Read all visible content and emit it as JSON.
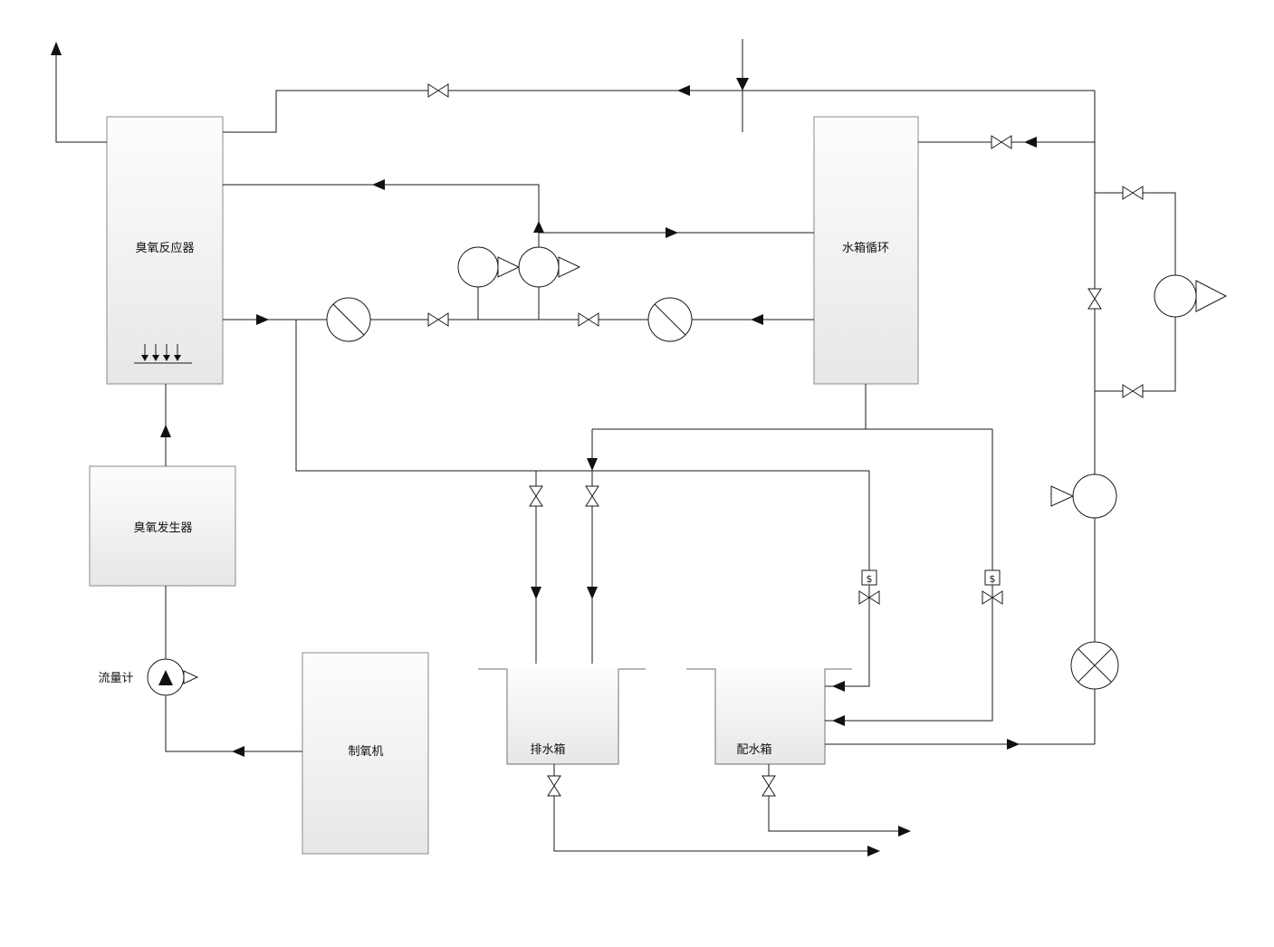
{
  "diagram": {
    "type": "process-flow-diagram",
    "equipment": {
      "ozone_reactor": "臭氧反应器",
      "water_tank_loop": "水箱循环",
      "ozone_generator": "臭氧发生器",
      "oxygen_machine": "制氧机",
      "drain_tank": "排水箱",
      "distribution_tank": "配水箱"
    },
    "instruments": {
      "flow_meter": "流量计",
      "solenoid_label": "$"
    },
    "colors": {
      "background": "#ffffff",
      "line": "#1a1a1a",
      "box_border": "#8a8a8a",
      "box_fill_light": "#fdfdfd",
      "box_fill_dark": "#e7e7e7",
      "text": "#111111"
    }
  }
}
